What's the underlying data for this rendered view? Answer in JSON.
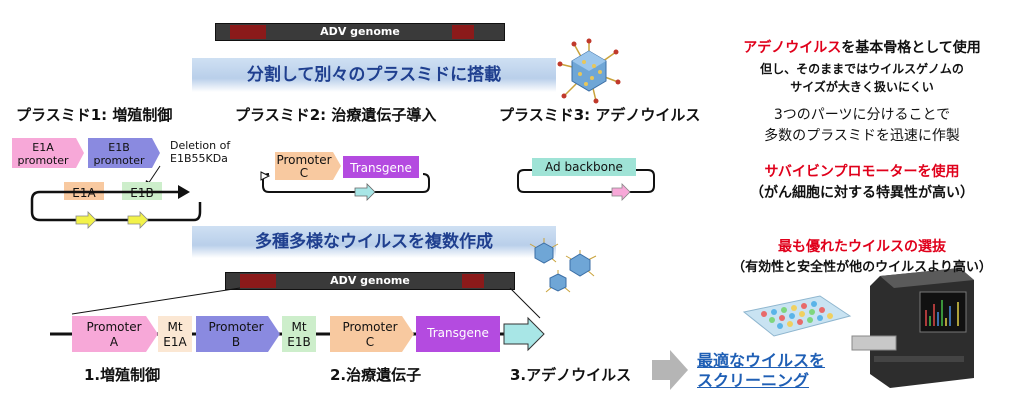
{
  "top_genome": {
    "label": "ADV genome"
  },
  "banner1": "分割して別々のプラスミドに搭載",
  "plasmid1": {
    "title": "プラスミド1: 増殖制御",
    "e1a_promoter": [
      "E1A",
      "promoter"
    ],
    "e1b_promoter": [
      "E1B",
      "promoter"
    ],
    "deletion_note": [
      "Deletion of",
      "E1B55KDa"
    ],
    "e1a": "E1A",
    "e1b": "E1B"
  },
  "plasmid2": {
    "title": "プラスミド2: 治療遺伝子導入",
    "promoter_c": [
      "Promoter",
      "C"
    ],
    "transgene": "Transgene"
  },
  "plasmid3": {
    "title": "プラスミド3: アデノウイルス",
    "backbone": "Ad backbone"
  },
  "banner2": "多種多様なウイルスを複数作成",
  "bottom_genome": {
    "label": "ADV genome"
  },
  "construct": {
    "promoter_a": [
      "Promoter",
      "A"
    ],
    "mt_e1a": [
      "Mt",
      "E1A"
    ],
    "promoter_b": [
      "Promoter",
      "B"
    ],
    "mt_e1b": [
      "Mt",
      "E1B"
    ],
    "promoter_c": [
      "Promoter",
      "C"
    ],
    "transgene": "Transgene"
  },
  "bottom_labels": {
    "l1": "1.増殖制御",
    "l2": "2.治療遺伝子",
    "l3": "3.アデノウイルス"
  },
  "screening": [
    "最適なウイルスを",
    "スクリーニング"
  ],
  "right_panel": {
    "p1_red": "アデノウイルス",
    "p1_rest": "を基本骨格として使用",
    "p2": "但し、そのままではウイルスゲノムの",
    "p3": "サイズが大きく扱いにくい",
    "p4": "3つのパーツに分けることで",
    "p5": "多数のプラスミドを迅速に作製",
    "p6": "サバイビンプロモーターを使用",
    "p7": "（がん細胞に対する特異性が高い）",
    "p8": "最も優れたウイルスの選抜",
    "p9": "（有効性と安全性が他のウイルスより高い）"
  },
  "colors": {
    "pink": "#f7a8d8",
    "purple": "#8a8ae0",
    "orange": "#f8c9a0",
    "green": "#cdeecb",
    "violet": "#b44be0",
    "cyan": "#a8e6e6",
    "yellow": "#f2f24a",
    "teal": "#9fe3d6",
    "red": "#e0001b",
    "blue": "#1f3f8f"
  }
}
